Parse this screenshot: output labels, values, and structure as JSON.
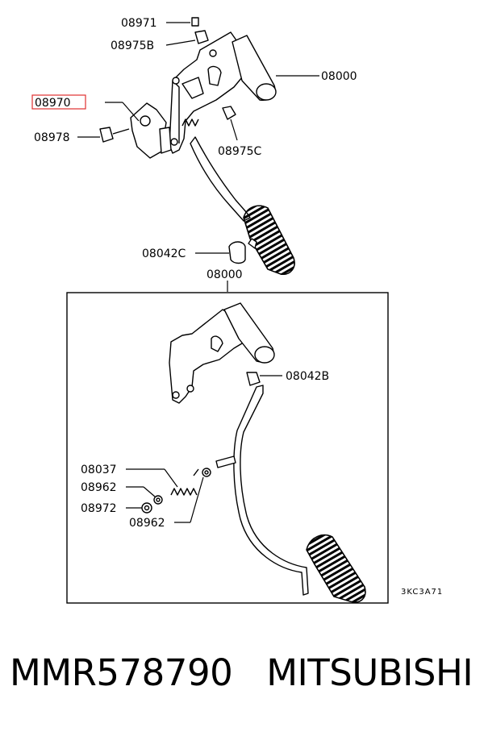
{
  "labels": {
    "p08971": "08971",
    "p08975b": "08975B",
    "p08000_top": "08000",
    "p08970": "08970",
    "p08978": "08978",
    "p08975c": "08975C",
    "p08042c": "08042C",
    "p08000_box": "08000",
    "p08042b": "08042B",
    "p08037": "08037",
    "p08962_a": "08962",
    "p08972": "08972",
    "p08962_b": "08962",
    "code": "3KC3A71"
  },
  "highlight_color": "#e03030",
  "caption": {
    "part_number": "MMR578790",
    "brand": "MITSUBISHI"
  }
}
